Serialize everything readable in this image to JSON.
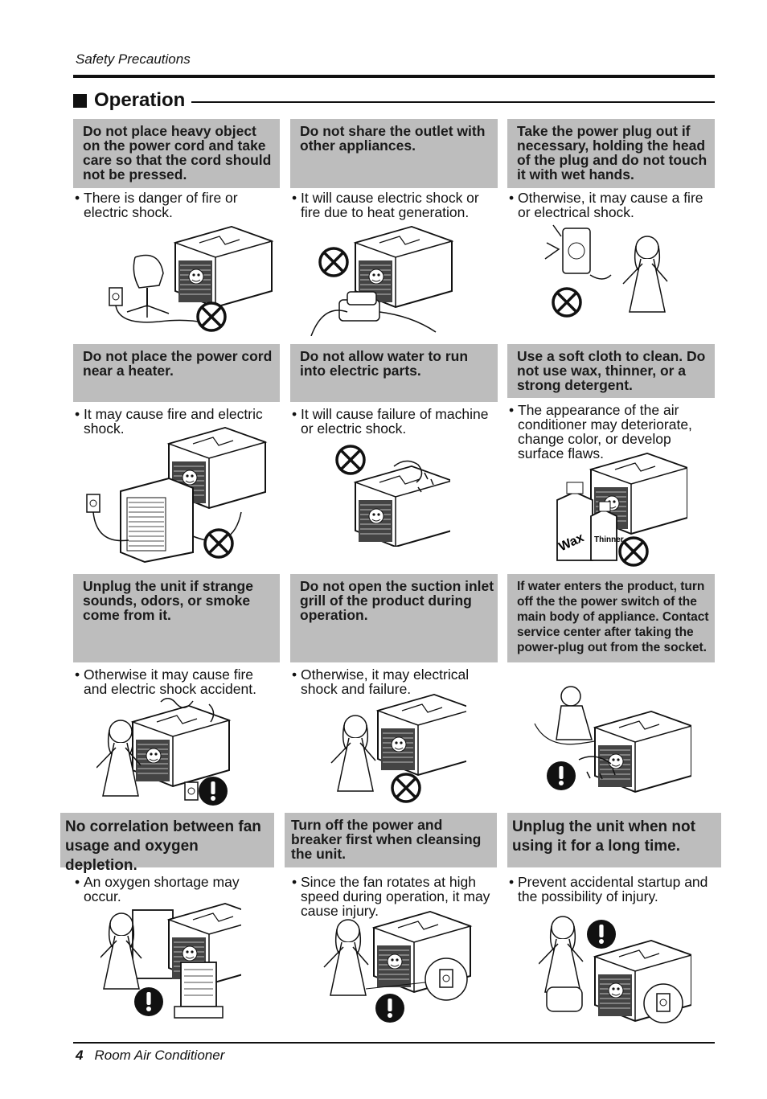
{
  "header": {
    "section": "Safety Precautions",
    "title": "Operation"
  },
  "footer": {
    "page": "4",
    "doc": "Room Air Conditioner"
  },
  "cells": [
    {
      "box": "Do not place heavy object on the power cord and take care so that the cord should not be pressed.",
      "note": "There is danger of fire or electric shock.",
      "symbol": "prohibition-icon"
    },
    {
      "box": "Do not share the outlet with other appliances.",
      "note": "It will cause electric shock or fire due to heat generation.",
      "symbol": "prohibition-icon"
    },
    {
      "box": "Take the power plug out if necessary, holding the head of the plug and do not touch it with wet hands.",
      "note": "Otherwise, it may cause a fire or electrical shock.",
      "symbol": "prohibition-icon"
    },
    {
      "box": "Do not place the power cord near a heater.",
      "note": "It may cause fire and electric shock.",
      "symbol": "prohibition-icon"
    },
    {
      "box": "Do not allow water to run into electric parts.",
      "note": "It will cause failure of machine or  electric shock.",
      "symbol": "prohibition-icon"
    },
    {
      "box": "Use a soft cloth to clean. Do not use wax, thinner, or a strong detergent.",
      "note": "The appearance of the air conditioner may deteriorate, change color, or develop surface flaws.",
      "labels": [
        "Wax",
        "Thinner"
      ],
      "symbol": "prohibition-icon"
    },
    {
      "box": "Unplug the unit if strange sounds, odors, or smoke come from it.",
      "note": "Otherwise it may cause fire and electric shock accident.",
      "symbol": "caution-icon"
    },
    {
      "box": "Do not open the suction inlet grill of the product during operation.",
      "note": "Otherwise, it may electrical shock and failure.",
      "symbol": "prohibition-icon"
    },
    {
      "box": "If water enters the product, turn off the the power switch of the main body of appliance. Contact service center after taking the power-plug out from the socket.",
      "note": "",
      "symbol": "caution-icon"
    },
    {
      "box": "No correlation between fan usage and oxygen depletion.",
      "note": "An oxygen shortage may occur.",
      "symbol": "caution-icon"
    },
    {
      "box": "Turn off the power and breaker first  when cleansing the unit.",
      "note": "Since the fan rotates at high speed during operation, it may cause injury.",
      "symbol": "caution-icon"
    },
    {
      "box": "Unplug the unit when not using it for a long time.",
      "note": "Prevent accidental startup and the possibility of injury.",
      "symbol": "caution-icon"
    }
  ]
}
